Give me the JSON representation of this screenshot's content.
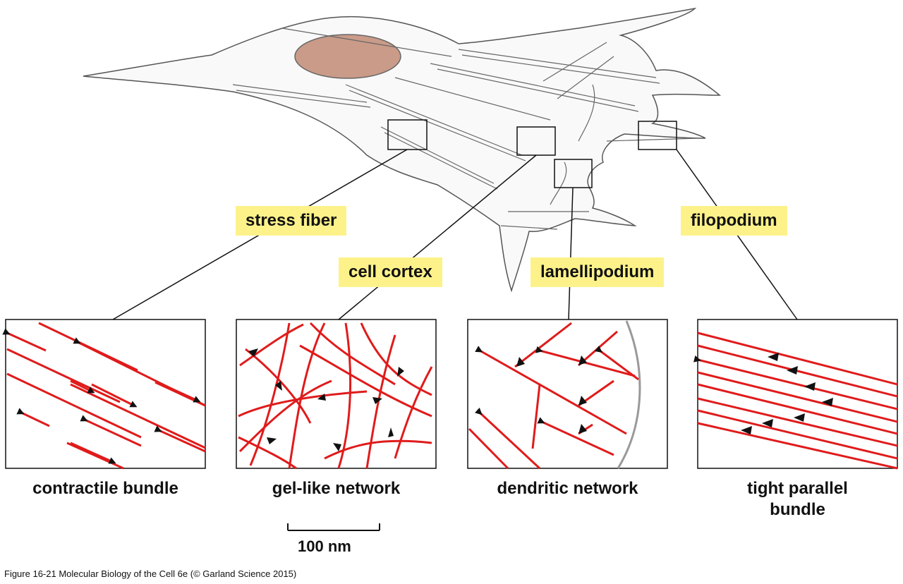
{
  "callouts": {
    "stress_fiber": "stress fiber",
    "cell_cortex": "cell cortex",
    "lamellipodium": "lamellipodium",
    "filopodium": "filopodium"
  },
  "panels": [
    {
      "id": "contractile",
      "caption": "contractile bundle"
    },
    {
      "id": "gel",
      "caption": "gel-like network"
    },
    {
      "id": "dendritic",
      "caption": "dendritic network"
    },
    {
      "id": "parallel",
      "caption_line1": "tight parallel",
      "caption_line2": "bundle"
    }
  ],
  "scale_bar": {
    "label": "100 nm"
  },
  "credit": "Figure 16-21  Molecular Biology of the Cell 6e (© Garland Science 2015)",
  "colors": {
    "filament": "#e01b1b",
    "arrow": "#111111",
    "callout_bg": "#fdf28a",
    "nucleus": "#c99b88",
    "membrane": "#999999"
  }
}
